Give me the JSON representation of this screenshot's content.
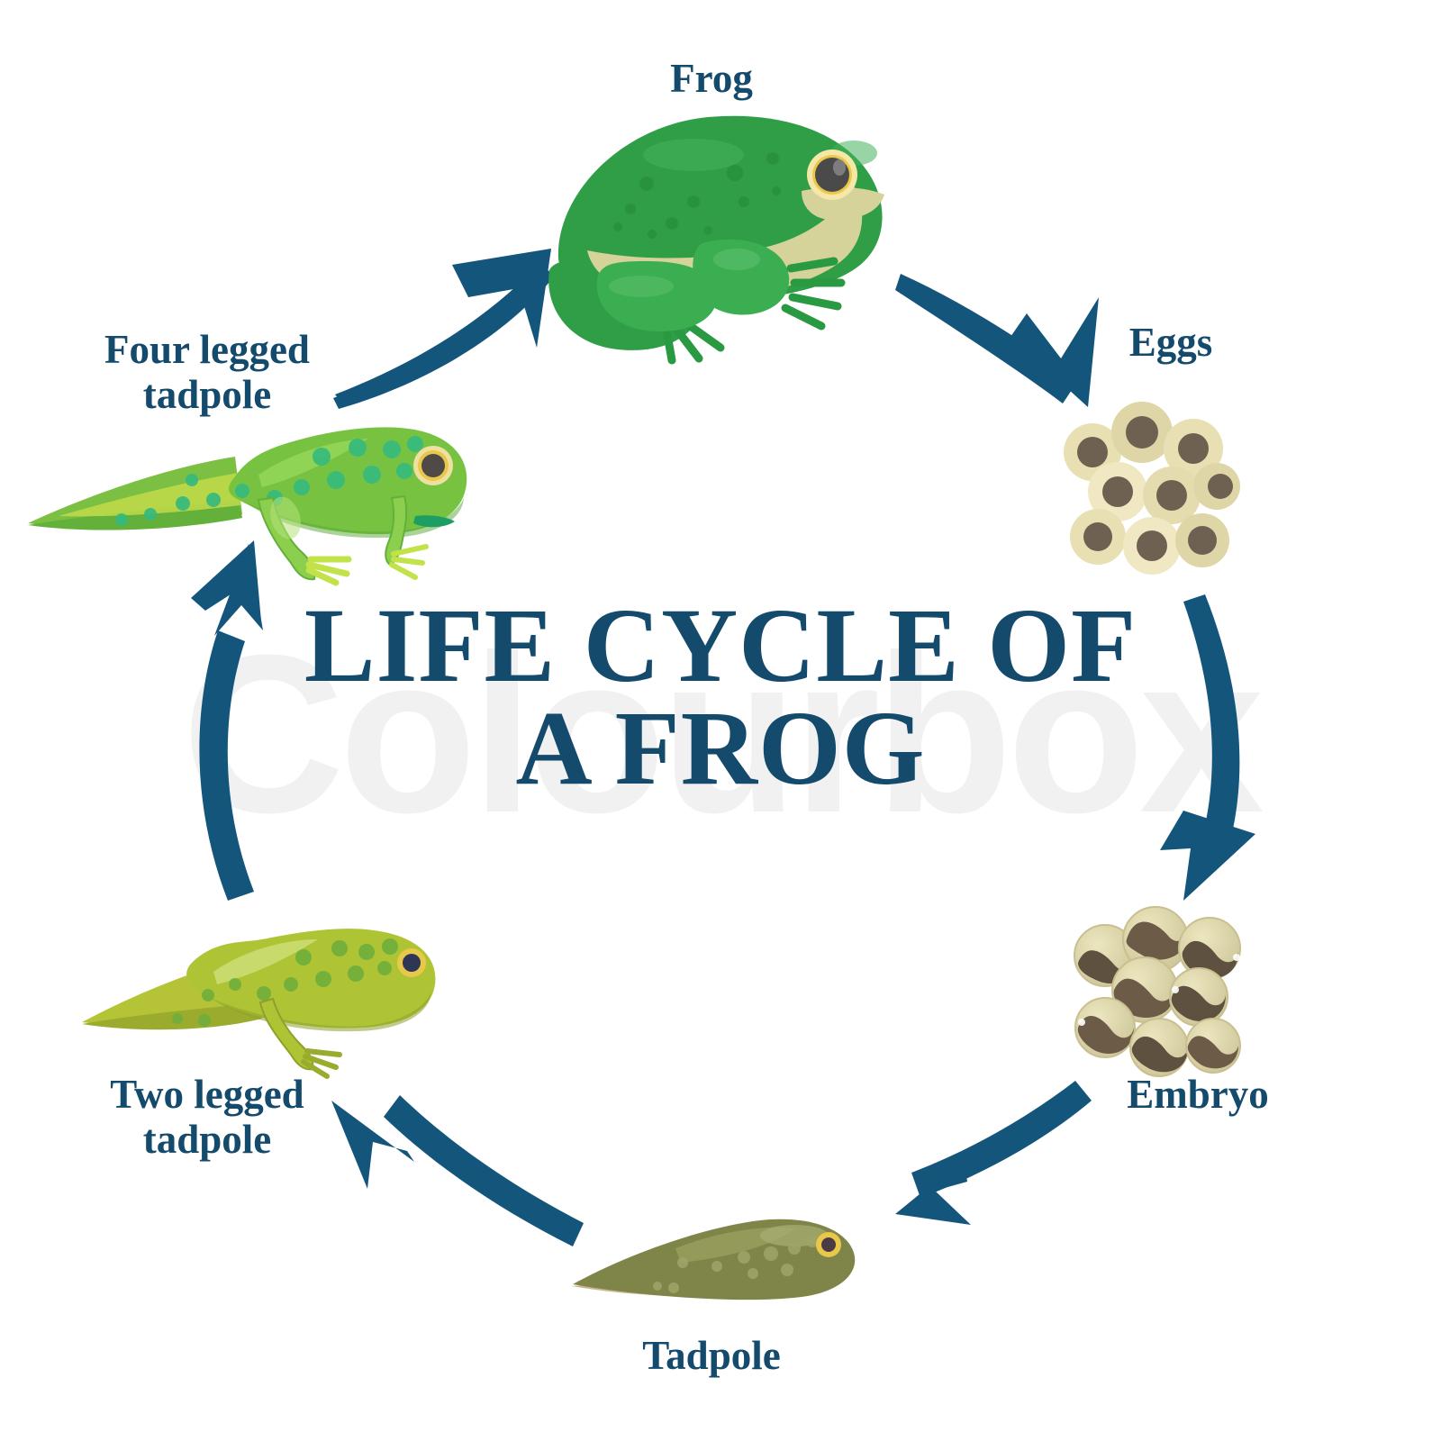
{
  "watermark": {
    "text": "Colourbox"
  },
  "title": {
    "line1": "LIFE CYCLE OF",
    "line2": "A FROG"
  },
  "colors": {
    "label_navy": "#144a6c",
    "arrow_navy": "#14557c",
    "frog_green": "#2f9e46",
    "frog_belly": "#d5d39a",
    "tadpole_olive": "#7f8549",
    "egg_cream": "#e4dcae",
    "egg_core": "#6e6152",
    "watermark_gray": "#f1f1f1",
    "background": "#ffffff"
  },
  "stages": [
    {
      "id": "frog",
      "label": "Frog",
      "label_lines": [
        "Frog"
      ]
    },
    {
      "id": "eggs",
      "label": "Eggs",
      "label_lines": [
        "Eggs"
      ]
    },
    {
      "id": "embryo",
      "label": "Embryo",
      "label_lines": [
        "Embryo"
      ]
    },
    {
      "id": "tadpole",
      "label": "Tadpole",
      "label_lines": [
        "Tadpole"
      ]
    },
    {
      "id": "two-legged-tadpole",
      "label": "Two legged tadpole",
      "label_lines": [
        "Two legged",
        "tadpole"
      ]
    },
    {
      "id": "four-legged-tadpole",
      "label": "Four legged tadpole",
      "label_lines": [
        "Four legged",
        "tadpole"
      ]
    }
  ],
  "labels": {
    "frog": "Frog",
    "eggs": "Eggs",
    "embryo": "Embryo",
    "tadpole": "Tadpole",
    "two_legged_line1": "Two legged",
    "two_legged_line2": "tadpole",
    "four_legged_line1": "Four legged",
    "four_legged_line2": "tadpole"
  },
  "arrows": [
    {
      "id": "arrow-frog-to-eggs",
      "from": "frog",
      "to": "eggs"
    },
    {
      "id": "arrow-eggs-to-embryo",
      "from": "eggs",
      "to": "embryo"
    },
    {
      "id": "arrow-embryo-to-tadpole",
      "from": "embryo",
      "to": "tadpole"
    },
    {
      "id": "arrow-tadpole-to-two-legged",
      "from": "tadpole",
      "to": "two-legged-tadpole"
    },
    {
      "id": "arrow-two-legged-to-four-legged",
      "from": "two-legged-tadpole",
      "to": "four-legged-tadpole"
    },
    {
      "id": "arrow-four-legged-to-frog",
      "from": "four-legged-tadpole",
      "to": "frog"
    }
  ]
}
